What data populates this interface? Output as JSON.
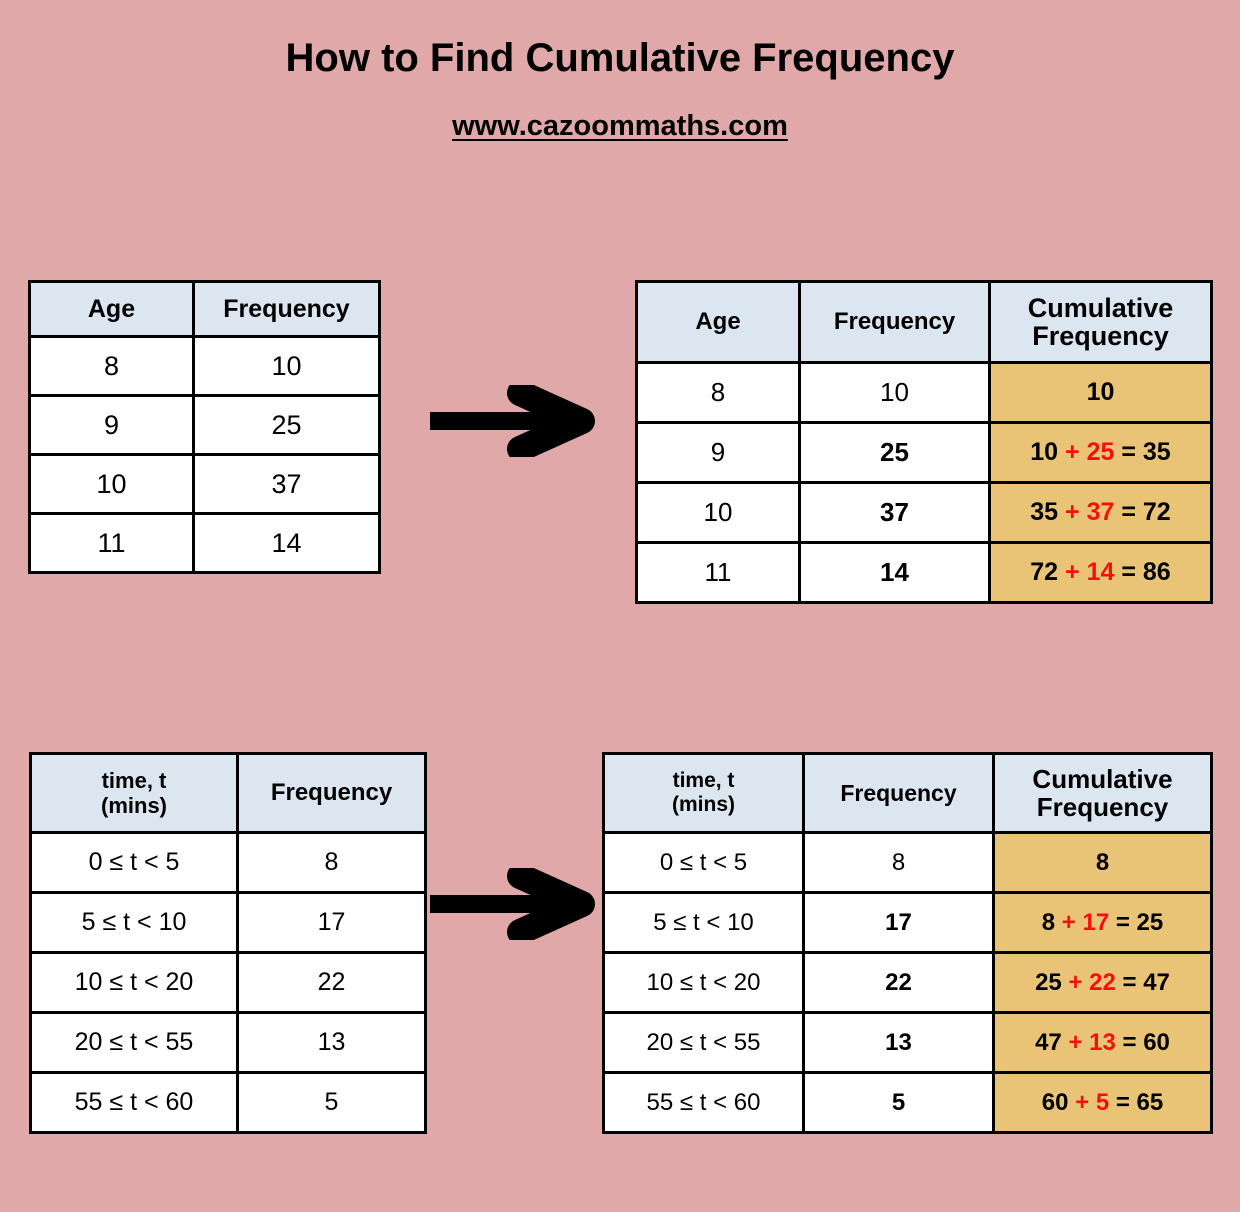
{
  "header": {
    "title": "How to Find Cumulative Frequency",
    "url": "www.cazoommaths.com"
  },
  "colors": {
    "background": "#e0a8a8",
    "header_fill": "#dce6f1",
    "cumulative_fill": "#e9c476",
    "highlight_text": "#f50f0f",
    "border": "#000000"
  },
  "icons": {
    "arrow_top": "right-arrow-icon",
    "arrow_bottom": "right-arrow-icon"
  },
  "example_age": {
    "source_table": {
      "headers": [
        "Age",
        "Frequency"
      ],
      "rows": [
        [
          "8",
          "10"
        ],
        [
          "9",
          "25"
        ],
        [
          "10",
          "37"
        ],
        [
          "11",
          "14"
        ]
      ]
    },
    "result_table": {
      "headers": [
        "Age",
        "Frequency",
        "Cumulative Frequency"
      ],
      "rows": [
        {
          "age": "8",
          "frequency": "10",
          "frequency_highlight": false,
          "cumulative_parts": [
            {
              "text": "10",
              "color": "black"
            }
          ]
        },
        {
          "age": "9",
          "frequency": "25",
          "frequency_highlight": true,
          "cumulative_parts": [
            {
              "text": "10",
              "color": "black"
            },
            {
              "text": "+",
              "color": "red"
            },
            {
              "text": "25",
              "color": "red"
            },
            {
              "text": "=",
              "color": "black"
            },
            {
              "text": "35",
              "color": "black"
            }
          ]
        },
        {
          "age": "10",
          "frequency": "37",
          "frequency_highlight": true,
          "cumulative_parts": [
            {
              "text": "35",
              "color": "black"
            },
            {
              "text": "+",
              "color": "red"
            },
            {
              "text": "37",
              "color": "red"
            },
            {
              "text": "=",
              "color": "black"
            },
            {
              "text": "72",
              "color": "black"
            }
          ]
        },
        {
          "age": "11",
          "frequency": "14",
          "frequency_highlight": true,
          "cumulative_parts": [
            {
              "text": "72",
              "color": "black"
            },
            {
              "text": "+",
              "color": "red"
            },
            {
              "text": "14",
              "color": "red"
            },
            {
              "text": "=",
              "color": "black"
            },
            {
              "text": "86",
              "color": "black"
            }
          ]
        }
      ]
    }
  },
  "example_time": {
    "source_table": {
      "headers": [
        "time, t (mins)",
        "Frequency"
      ],
      "header_lines": [
        [
          "time, t",
          "(mins)"
        ],
        [
          "Frequency"
        ]
      ],
      "rows": [
        [
          "0 ≤ t < 5",
          "8"
        ],
        [
          "5 ≤ t < 10",
          "17"
        ],
        [
          "10 ≤ t < 20",
          "22"
        ],
        [
          "20 ≤ t < 55",
          "13"
        ],
        [
          "55 ≤ t < 60",
          "5"
        ]
      ]
    },
    "result_table": {
      "headers": [
        "time, t (mins)",
        "Frequency",
        "Cumulative Frequency"
      ],
      "header_lines": [
        [
          "time, t",
          "(mins)"
        ],
        [
          "Frequency"
        ],
        [
          "Cumulative",
          "Frequency"
        ]
      ],
      "rows": [
        {
          "interval": "0 ≤ t < 5",
          "frequency": "8",
          "frequency_highlight": false,
          "cumulative_parts": [
            {
              "text": "8",
              "color": "black"
            }
          ]
        },
        {
          "interval": "5 ≤ t < 10",
          "frequency": "17",
          "frequency_highlight": true,
          "cumulative_parts": [
            {
              "text": "8",
              "color": "black"
            },
            {
              "text": "+",
              "color": "red"
            },
            {
              "text": "17",
              "color": "red"
            },
            {
              "text": "=",
              "color": "black"
            },
            {
              "text": "25",
              "color": "black"
            }
          ]
        },
        {
          "interval": "10 ≤ t < 20",
          "frequency": "22",
          "frequency_highlight": true,
          "cumulative_parts": [
            {
              "text": "25",
              "color": "black"
            },
            {
              "text": "+",
              "color": "red"
            },
            {
              "text": "22",
              "color": "red"
            },
            {
              "text": "=",
              "color": "black"
            },
            {
              "text": "47",
              "color": "black"
            }
          ]
        },
        {
          "interval": "20 ≤ t < 55",
          "frequency": "13",
          "frequency_highlight": true,
          "cumulative_parts": [
            {
              "text": "47",
              "color": "black"
            },
            {
              "text": "+",
              "color": "red"
            },
            {
              "text": "13",
              "color": "red"
            },
            {
              "text": "=",
              "color": "black"
            },
            {
              "text": "60",
              "color": "black"
            }
          ]
        },
        {
          "interval": "55 ≤ t < 60",
          "frequency": "5",
          "frequency_highlight": true,
          "cumulative_parts": [
            {
              "text": "60",
              "color": "black"
            },
            {
              "text": "+",
              "color": "red"
            },
            {
              "text": "5",
              "color": "red"
            },
            {
              "text": "=",
              "color": "black"
            },
            {
              "text": "65",
              "color": "black"
            }
          ]
        }
      ]
    }
  }
}
